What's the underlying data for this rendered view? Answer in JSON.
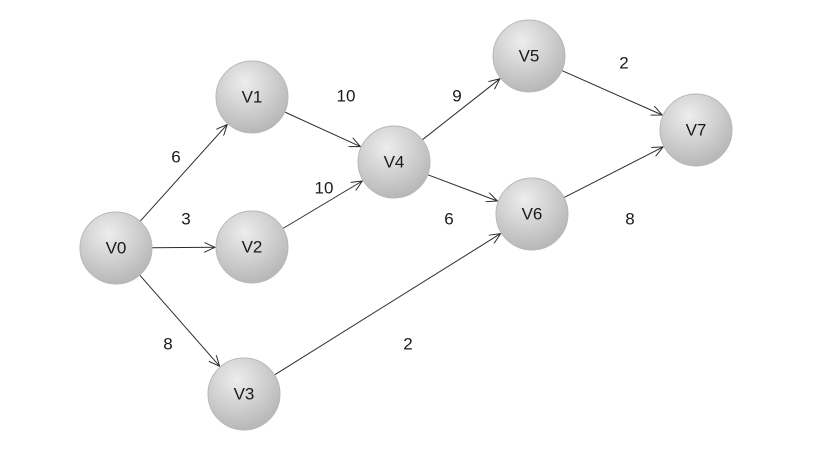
{
  "nodes": [
    {
      "id": "V0",
      "label": "V0"
    },
    {
      "id": "V1",
      "label": "V1"
    },
    {
      "id": "V2",
      "label": "V2"
    },
    {
      "id": "V3",
      "label": "V3"
    },
    {
      "id": "V4",
      "label": "V4"
    },
    {
      "id": "V5",
      "label": "V5"
    },
    {
      "id": "V6",
      "label": "V6"
    },
    {
      "id": "V7",
      "label": "V7"
    }
  ],
  "edges": [
    {
      "from": "V0",
      "to": "V1",
      "weight": "6"
    },
    {
      "from": "V0",
      "to": "V2",
      "weight": "3"
    },
    {
      "from": "V0",
      "to": "V3",
      "weight": "8"
    },
    {
      "from": "V1",
      "to": "V4",
      "weight": "10"
    },
    {
      "from": "V2",
      "to": "V4",
      "weight": "10"
    },
    {
      "from": "V3",
      "to": "V6",
      "weight": "2"
    },
    {
      "from": "V4",
      "to": "V5",
      "weight": "9"
    },
    {
      "from": "V4",
      "to": "V6",
      "weight": "6"
    },
    {
      "from": "V5",
      "to": "V7",
      "weight": "2"
    },
    {
      "from": "V6",
      "to": "V7",
      "weight": "8"
    }
  ],
  "colors": {
    "node_fill_light": "#ebebeb",
    "node_fill_dark": "#b4b4b4",
    "node_stroke": "#b8b8b8",
    "edge": "#2b2b2b",
    "text": "#1a1a1a"
  }
}
